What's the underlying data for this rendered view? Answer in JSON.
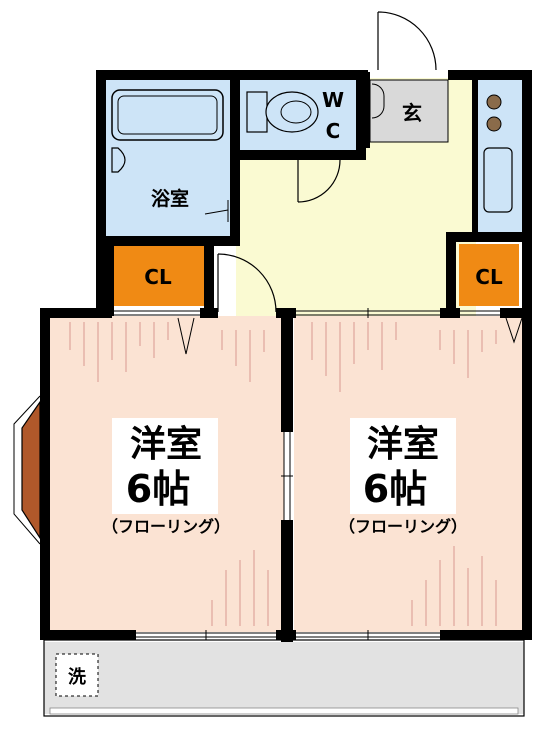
{
  "rooms": {
    "bath": "浴室",
    "wc_line1": "W",
    "wc_line2": "C",
    "entrance": "玄",
    "closet_left": "CL",
    "closet_right": "CL",
    "western_left": {
      "name": "洋室",
      "size": "6帖",
      "floor": "（フローリング）"
    },
    "western_right": {
      "name": "洋室",
      "size": "6帖",
      "floor": "（フローリング）"
    },
    "washer": "洗"
  },
  "colors": {
    "wall": "#000000",
    "wet_area": "#cde4f7",
    "kitchen_floor": "#fafad2",
    "entrance_floor": "#d9d9d9",
    "closet": "#f08a14",
    "western_floor": "#fbe3d3",
    "balcony": "#e2e2e2",
    "bay_window": "#b0582a"
  }
}
